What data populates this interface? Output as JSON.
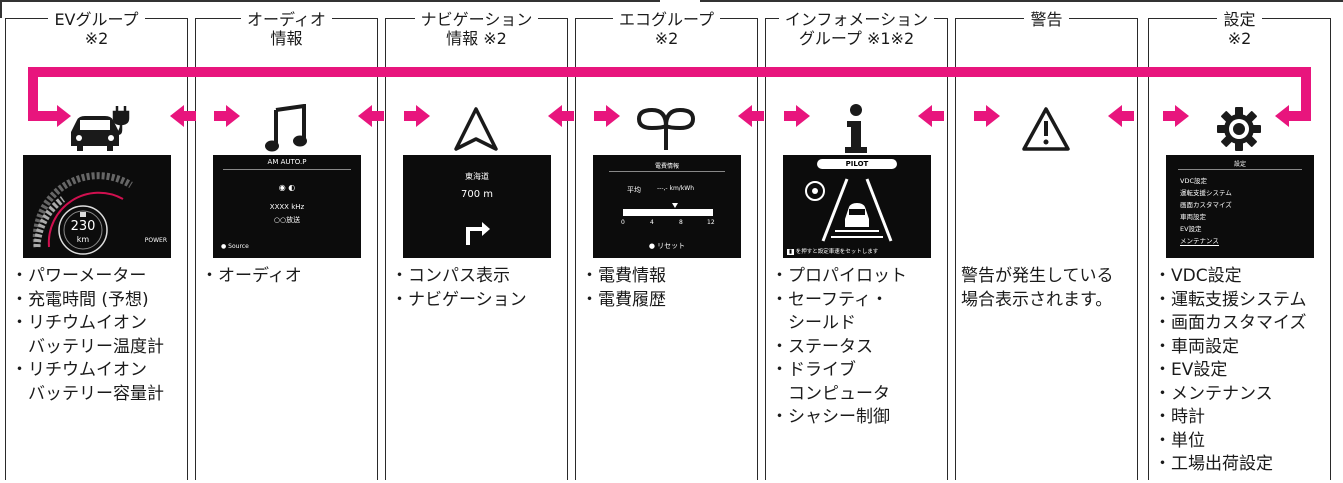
{
  "colors": {
    "accent": "#e8157d",
    "frame": "#2a2a2a",
    "screen_bg": "#0c0c0c"
  },
  "columns": [
    {
      "title_line1": "EVグループ",
      "title_line2": "※2",
      "icon": "ev-car-plug-icon",
      "screen": {
        "gauge_value": "230",
        "gauge_unit": "km",
        "power_label": "POWER"
      },
      "items": [
        "・パワーメーター",
        "・充電時間 (予想)",
        "・リチウムイオン",
        "　バッテリー温度計",
        "・リチウムイオン",
        "　バッテリー容量計"
      ]
    },
    {
      "title_line1": "オーディオ",
      "title_line2": "情報",
      "icon": "music-note-icon",
      "screen": {
        "station": "AM AUTO.P",
        "freq": "XXXX kHz",
        "broadcast": "○○放送",
        "source": "Source"
      },
      "items": [
        "・オーディオ"
      ]
    },
    {
      "title_line1": "ナビゲーション",
      "title_line2": "情報 ※2",
      "icon": "compass-arrow-icon",
      "screen": {
        "road": "東海道",
        "distance": "700 m"
      },
      "items": [
        "・コンパス表示",
        "・ナビゲーション"
      ]
    },
    {
      "title_line1": "エコグループ",
      "title_line2": "※2",
      "icon": "eco-leaf-icon",
      "screen": {
        "header": "電費情報",
        "avg_label": "平均",
        "avg_value": "---,- km/kWh",
        "ticks": [
          "0",
          "4",
          "8",
          "12"
        ],
        "reset": "リセット"
      },
      "items": [
        "・電費情報",
        "・電費履歴"
      ]
    },
    {
      "title_line1": "インフォメーション",
      "title_line2": "グループ ※1※2",
      "icon": "info-icon",
      "screen": {
        "pilot": "PILOT",
        "hint": "を押すと設定車速をセットします"
      },
      "items": [
        "・プロパイロット",
        "・セーフティ・",
        "　シールド",
        "・ステータス",
        "・ドライブ",
        "　コンピュータ",
        "・シャシー制御"
      ]
    },
    {
      "title_line1": "警告",
      "title_line2": "",
      "icon": "warning-triangle-icon",
      "note_lines": [
        "警告が発生している",
        "場合表示されます。"
      ]
    },
    {
      "title_line1": "設定",
      "title_line2": "※2",
      "icon": "gear-icon",
      "screen": {
        "header": "設定",
        "menu": [
          "VDC設定",
          "運転支援システム",
          "画面カスタマイズ",
          "車両設定",
          "EV設定",
          "メンテナンス"
        ]
      },
      "items": [
        "・VDC設定",
        "・運転支援システム",
        "・画面カスタマイズ",
        "・車両設定",
        "・EV設定",
        "・メンテナンス",
        "・時計",
        "・単位",
        "・工場出荷設定"
      ]
    }
  ]
}
